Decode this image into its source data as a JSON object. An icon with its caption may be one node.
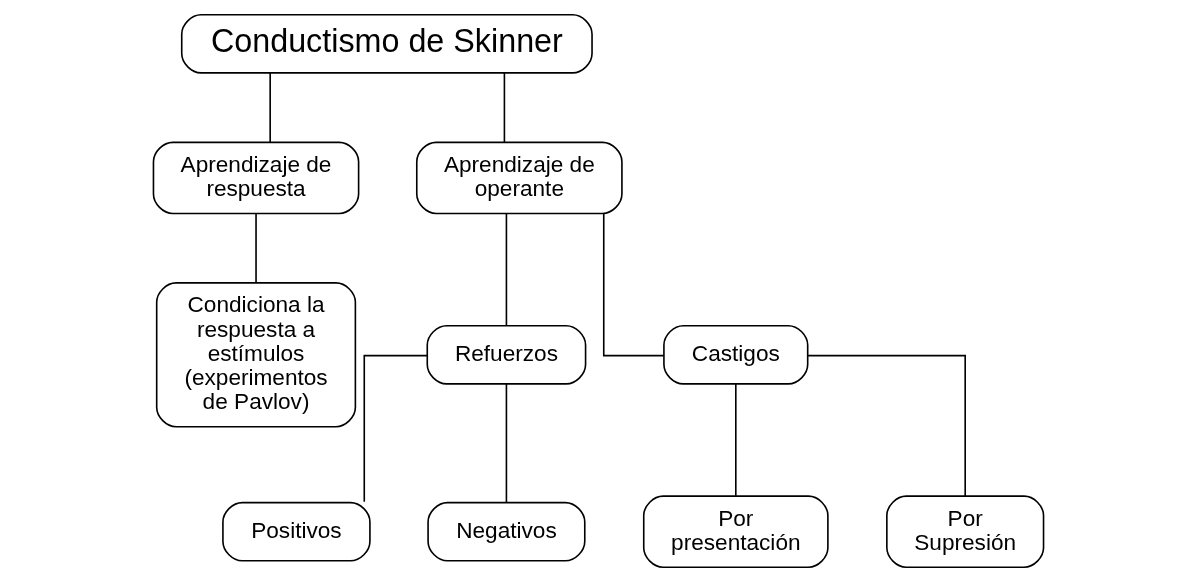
{
  "diagram": {
    "nodes": [
      {
        "text": [
          "Conductismo de Skinner"
        ]
      },
      {
        "text": [
          "Aprendizaje de respuesta"
        ]
      },
      {
        "text": [
          "Aprendizaje de operante"
        ]
      },
      {
        "text": [
          "Condiciona la respuesta a estímulos (experimentos de Pavlov)"
        ]
      },
      {
        "text": [
          "Refuerzos"
        ]
      },
      {
        "text": [
          "Castigos"
        ]
      },
      {
        "text": [
          "Positivos"
        ]
      },
      {
        "text": [
          "Negativos"
        ]
      },
      {
        "text": [
          "Por presentación"
        ]
      },
      {
        "text": [
          "Por Supresión"
        ]
      }
    ],
    "edges": [
      {
        "from": 0,
        "to": 1,
        "arrow": "none"
      },
      {
        "from": 0,
        "to": 2,
        "arrow": "none"
      },
      {
        "from": 1,
        "to": 3,
        "arrow": "none"
      },
      {
        "from": 2,
        "to": 4,
        "arrow": "none"
      },
      {
        "from": 2,
        "to": 5,
        "arrow": "none"
      },
      {
        "from": 4,
        "to": 6,
        "arrow": "none"
      },
      {
        "from": 4,
        "to": 7,
        "arrow": "none"
      },
      {
        "from": 5,
        "to": 8,
        "arrow": "none"
      },
      {
        "from": 5,
        "to": 9,
        "arrow": "none"
      }
    ]
  }
}
